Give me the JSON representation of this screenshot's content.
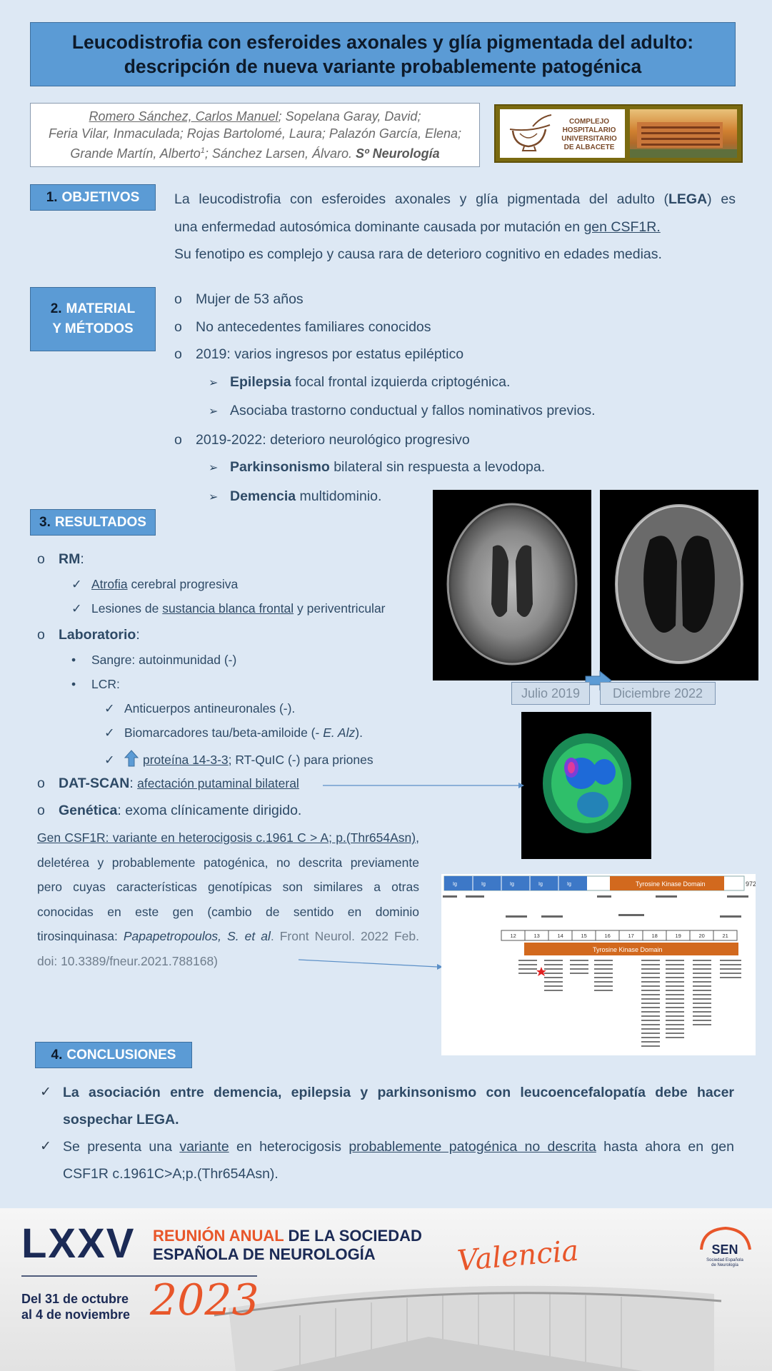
{
  "title": {
    "line1": "Leucodistrofia con esferoides axonales y glía pigmentada del adulto:",
    "line2": "descripción de nueva variante probablemente patogénica"
  },
  "authors": {
    "first_author": "Romero Sánchez, Carlos Manuel",
    "line1_rest": "; Sopelana Garay, David;",
    "line2": "Feria Vilar, Inmaculada; Rojas Bartolomé, Laura; Palazón García, Elena;",
    "line3_a": "Grande Martín, Alberto",
    "line3_sup": "1",
    "line3_b": "; Sánchez Larsen, Álvaro. ",
    "dept": "Sº Neurología"
  },
  "logo": {
    "line1": "COMPLEJO",
    "line2": "HOSPITALARIO",
    "line3": "UNIVERSITARIO",
    "line4": "DE ALBACETE"
  },
  "sections": {
    "s1_num": "1.",
    "s1_label": "OBJETIVOS",
    "s2_num": "2.",
    "s2_label_a": "MATERIAL",
    "s2_label_b": "Y MÉTODOS",
    "s3_num": "3.",
    "s3_label": "RESULTADOS",
    "s4_num": "4.",
    "s4_label": "CONCLUSIONES"
  },
  "objetivos": {
    "p1_a": "La leucodistrofia con esferoides axonales y glía pigmentada del adulto (",
    "p1_b": "LEGA",
    "p1_c": ") es",
    "p2_a": "una enfermedad autosómica dominante causada por mutación en ",
    "p2_b": "gen CSF1R.",
    "p3": "Su fenotipo es complejo y causa rara de deterioro cognitivo en edades medias."
  },
  "metodos": {
    "bullet_char": "o",
    "arrow_char": "➢",
    "i1": "Mujer de 53 años",
    "i2": "No antecedentes familiares conocidos",
    "i3": "2019: varios ingresos por estatus epiléptico",
    "i3a_b": "Epilepsia",
    "i3a": " focal frontal izquierda criptogénica.",
    "i3b": "Asociaba trastorno conductual y fallos nominativos previos.",
    "i4": "2019-2022: deterioro neurológico progresivo",
    "i4a_b": "Parkinsonismo",
    "i4a": " bilateral sin respuesta a levodopa.",
    "i4b_b": "Demencia",
    "i4b": " multidominio."
  },
  "resultados": {
    "check": "✓",
    "dot": "•",
    "rm_b": "RM",
    "rm_colon": ":",
    "rm1_u": "Atrofia",
    "rm1": " cerebral progresiva",
    "rm2_a": "Lesiones de ",
    "rm2_u": "sustancia blanca frontal",
    "rm2_b": " y periventricular",
    "lab_b": "Laboratorio",
    "lab_colon": ":",
    "lab1": "Sangre: autoinmunidad (-)",
    "lab2": "LCR:",
    "lab2a": "Anticuerpos antineuronales (-).",
    "lab2b_a": "Biomarcadores tau/beta-amiloide (- ",
    "lab2b_i": "E. Alz",
    "lab2b_b": ").",
    "lab2c_u": "proteína 14-3-3",
    "lab2c": "; RT-QuIC (-) para priones",
    "dat_b": "DAT-SCAN",
    "dat_colon": ": ",
    "dat_u": "afectación putaminal bilateral",
    "gen_b": "Genética",
    "gen": ": exoma clínicamente dirigido.",
    "gen_p_u": "Gen CSF1R: variante en heterocigosis c.1961 C > A; p.(Thr654Asn)",
    "gen_p1": ", deletérea y probablemente patogénica, no descrita previamente pero cuyas características genotípicas son similares a otras conocidas en este gen (cambio de sentido en dominio tirosinquinasa: ",
    "gen_p_i": "Papapetropoulos, S. et al",
    "gen_p2": ". Front Neurol. 2022 Feb. doi: 10.3389/fneur.2021.788168)"
  },
  "images": {
    "caption_1": "Julio 2019",
    "caption_2": "Diciembre 2022"
  },
  "protein": {
    "domain_label": "Tyrosine Kinase Domain",
    "domain_label_2": "Tyrosine Kinase Domain",
    "end_num": "972",
    "ig": [
      "Ig",
      "Ig",
      "Ig",
      "Ig",
      "Ig"
    ],
    "exons": [
      "12",
      "13",
      "14",
      "15",
      "16",
      "17",
      "18",
      "19",
      "20",
      "21"
    ]
  },
  "conclusiones": {
    "c1": "La asociación entre demencia, epilepsia y parkinsonismo con leucoencefalopatía debe hacer sospechar LEGA.",
    "c2_a": "Se presenta una ",
    "c2_u1": "variante",
    "c2_b": " en heterocigosis ",
    "c2_u2": "probablemente patogénica no descrita",
    "c2_c": " hasta ahora en gen CSF1R c.1961C>A;p.(Thr654Asn)."
  },
  "footer": {
    "roman": "LXXV",
    "line1_a": "REUNIÓN ANUAL ",
    "line1_b": "DE LA SOCIEDAD",
    "line2": "ESPAÑOLA DE NEUROLOGÍA",
    "date1": "Del 31 de octubre",
    "date2": "al 4 de noviembre",
    "year": "2023",
    "city": "Valencia",
    "sen": "SEN",
    "sen_sub1": "Sociedad Española",
    "sen_sub2": "de Neurología"
  },
  "colors": {
    "section_blue": "#5b9bd5",
    "text_blue": "#2e4a66",
    "background": "#dde8f4",
    "footer_navy": "#1b2a55",
    "footer_orange": "#e8562a"
  }
}
